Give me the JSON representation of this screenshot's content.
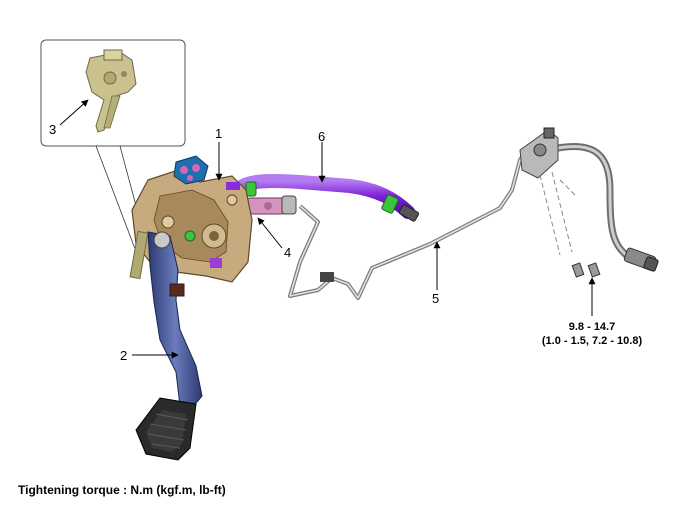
{
  "callouts": [
    {
      "id": "1",
      "label": "1"
    },
    {
      "id": "2",
      "label": "2"
    },
    {
      "id": "3",
      "label": "3"
    },
    {
      "id": "4",
      "label": "4"
    },
    {
      "id": "5",
      "label": "5"
    },
    {
      "id": "6",
      "label": "6"
    }
  ],
  "torque": {
    "line1": "9.8 - 14.7",
    "line2": "(1.0 - 1.5, 7.2 - 10.8)"
  },
  "caption": "Tightening torque : N.m (kgf.m, lb-ft)",
  "colors": {
    "pedal_arm": "#3c4c86",
    "bracket": "#c7aa7e",
    "reservoir_hose": "#8a2be2",
    "clamp": "#3cc43c",
    "master_cylinder": "#c78ab0",
    "sensor_cap": "#1e6fb0",
    "pipe": "#9a9a9a",
    "pedal_pad": "#2a2a2a"
  }
}
